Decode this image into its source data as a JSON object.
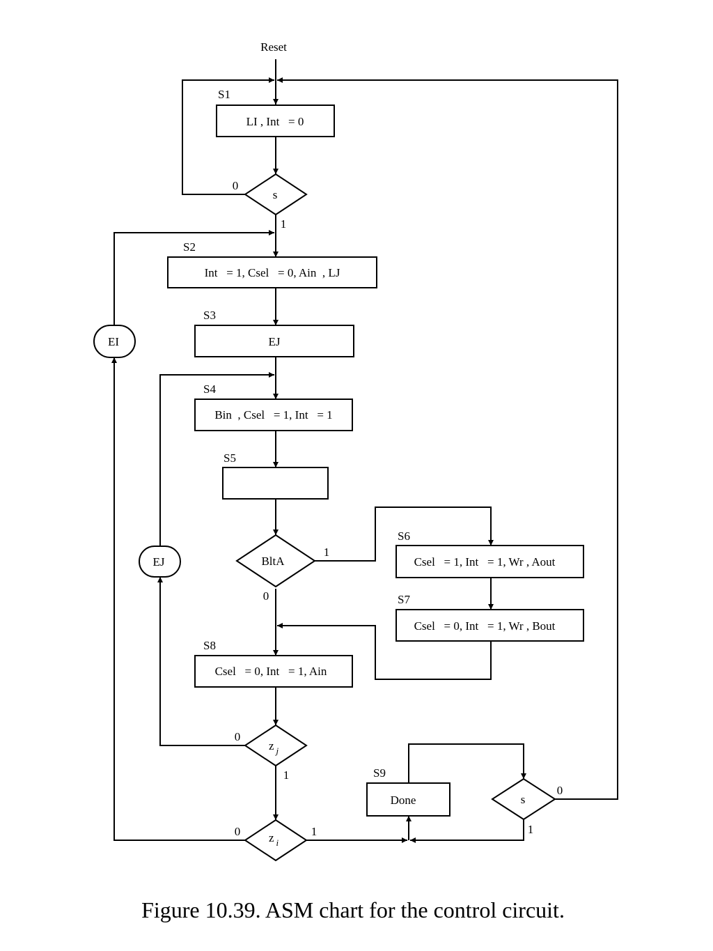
{
  "reset_label": "Reset",
  "states": {
    "s1": {
      "name": "S1",
      "text": "LI , Int   = 0"
    },
    "s2": {
      "name": "S2",
      "text": "Int   = 1, Csel   = 0, Ain  , LJ"
    },
    "s3": {
      "name": "S3",
      "text": "EJ"
    },
    "s4": {
      "name": "S4",
      "text": "Bin  , Csel   = 1, Int   = 1"
    },
    "s5": {
      "name": "S5",
      "text": ""
    },
    "s6": {
      "name": "S6",
      "text": "Csel   = 1, Int   = 1, Wr , Aout"
    },
    "s7": {
      "name": "S7",
      "text": "Csel   = 0, Int   = 1, Wr , Bout"
    },
    "s8": {
      "name": "S8",
      "text": "Csel   = 0, Int   = 1, Ain"
    },
    "s9": {
      "name": "S9",
      "text": "Done"
    }
  },
  "decisions": {
    "s_top": {
      "text": "s",
      "zero": "0",
      "one": "1"
    },
    "blta": {
      "text": "BltA",
      "zero": "0",
      "one": "1"
    },
    "zj": {
      "text": "z",
      "sub": "j",
      "zero": "0",
      "one": "1"
    },
    "zi": {
      "text": "z",
      "sub": "i",
      "zero": "0",
      "one": "1"
    },
    "s_bottom": {
      "text": "s",
      "zero": "0",
      "one": "1"
    }
  },
  "conditional_outputs": {
    "ei": "EI",
    "ej": "EJ"
  },
  "caption": "Figure 10.39.  ASM chart for the control circuit."
}
